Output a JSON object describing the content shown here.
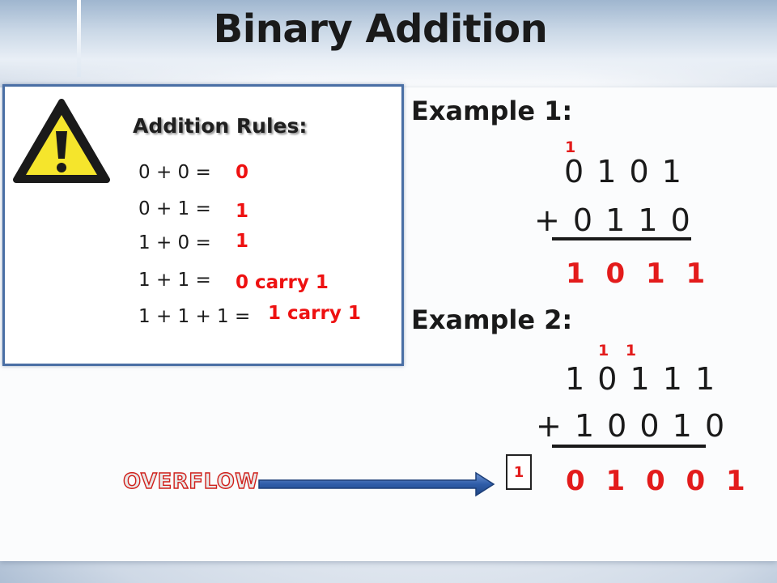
{
  "title": "Binary Addition",
  "rules": {
    "heading": "Addition Rules:",
    "items": [
      {
        "equation": "0 + 0 =",
        "result": "0"
      },
      {
        "equation": "0 + 1 =",
        "result": "1"
      },
      {
        "equation": "1 + 0 =",
        "result": "1"
      },
      {
        "equation": "1 + 1 =",
        "result": "0 carry 1"
      },
      {
        "equation": "1 + 1 + 1 =",
        "result": "1 carry 1"
      }
    ]
  },
  "example1": {
    "heading": "Example 1:",
    "carry": "1",
    "operand1": "0 1 0 1",
    "operand2": "+ 0 1 1 0",
    "result": "1 0 1 1"
  },
  "example2": {
    "heading": "Example 2:",
    "carry": "1 1",
    "operand1": "1 0 1 1 1",
    "operand2": "+ 1 0 0 1 0",
    "overflow_digit": "1",
    "result": "0 1 0 0 1"
  },
  "overflow": {
    "label": "OVERFLOW"
  },
  "colors": {
    "accent_red": "#e31b1b",
    "box_border": "#4a6fa5",
    "arrow_blue": "#2f5da8"
  },
  "icons": {
    "warning": "warning-icon",
    "arrow": "arrow-right-icon"
  }
}
